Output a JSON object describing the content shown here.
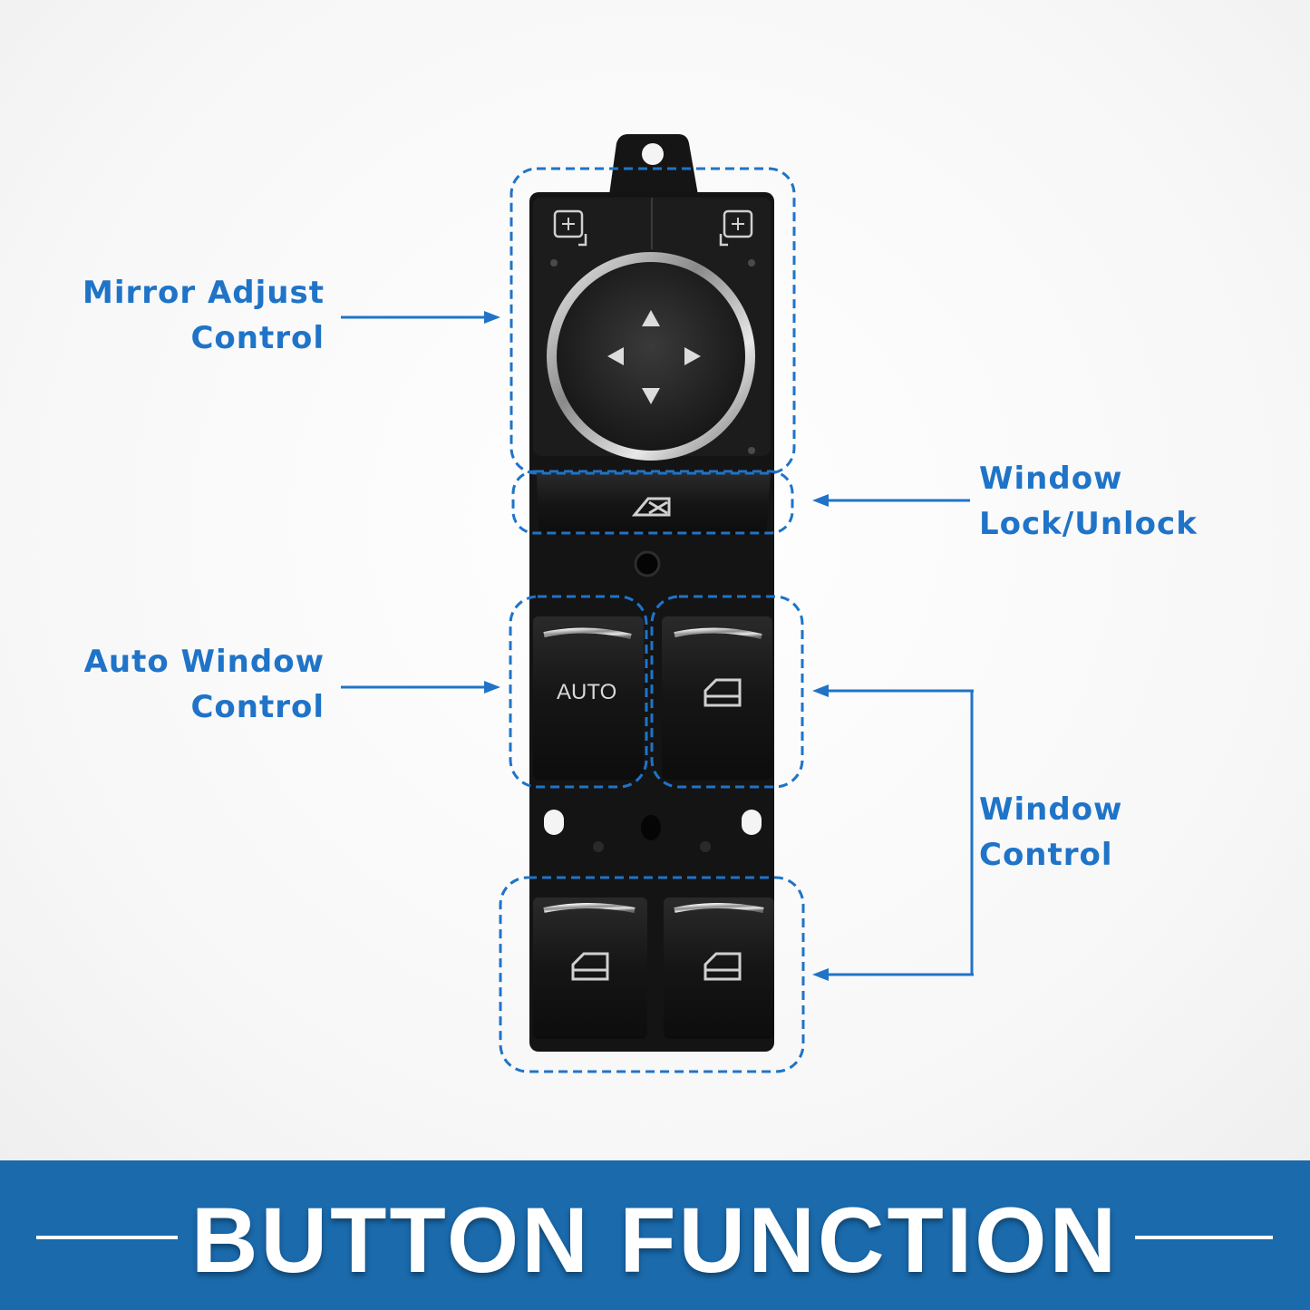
{
  "labels": {
    "mirror_adjust": "Mirror Adjust\nControl",
    "window_lock": "Window\nLock/Unlock",
    "auto_window": "Auto Window\nControl",
    "window_control": "Window\nControl"
  },
  "switch": {
    "auto_button_text": "AUTO"
  },
  "banner": {
    "title": "BUTTON FUNCTION"
  },
  "colors": {
    "accent": "#1f74c8",
    "banner": "#1a6aac",
    "switch_body": "#151515"
  },
  "icons": [
    "mirror-select-left-icon",
    "mirror-select-right-icon",
    "arrow-up-icon",
    "arrow-down-icon",
    "arrow-left-icon",
    "arrow-right-icon",
    "window-lock-icon",
    "window-icon"
  ]
}
